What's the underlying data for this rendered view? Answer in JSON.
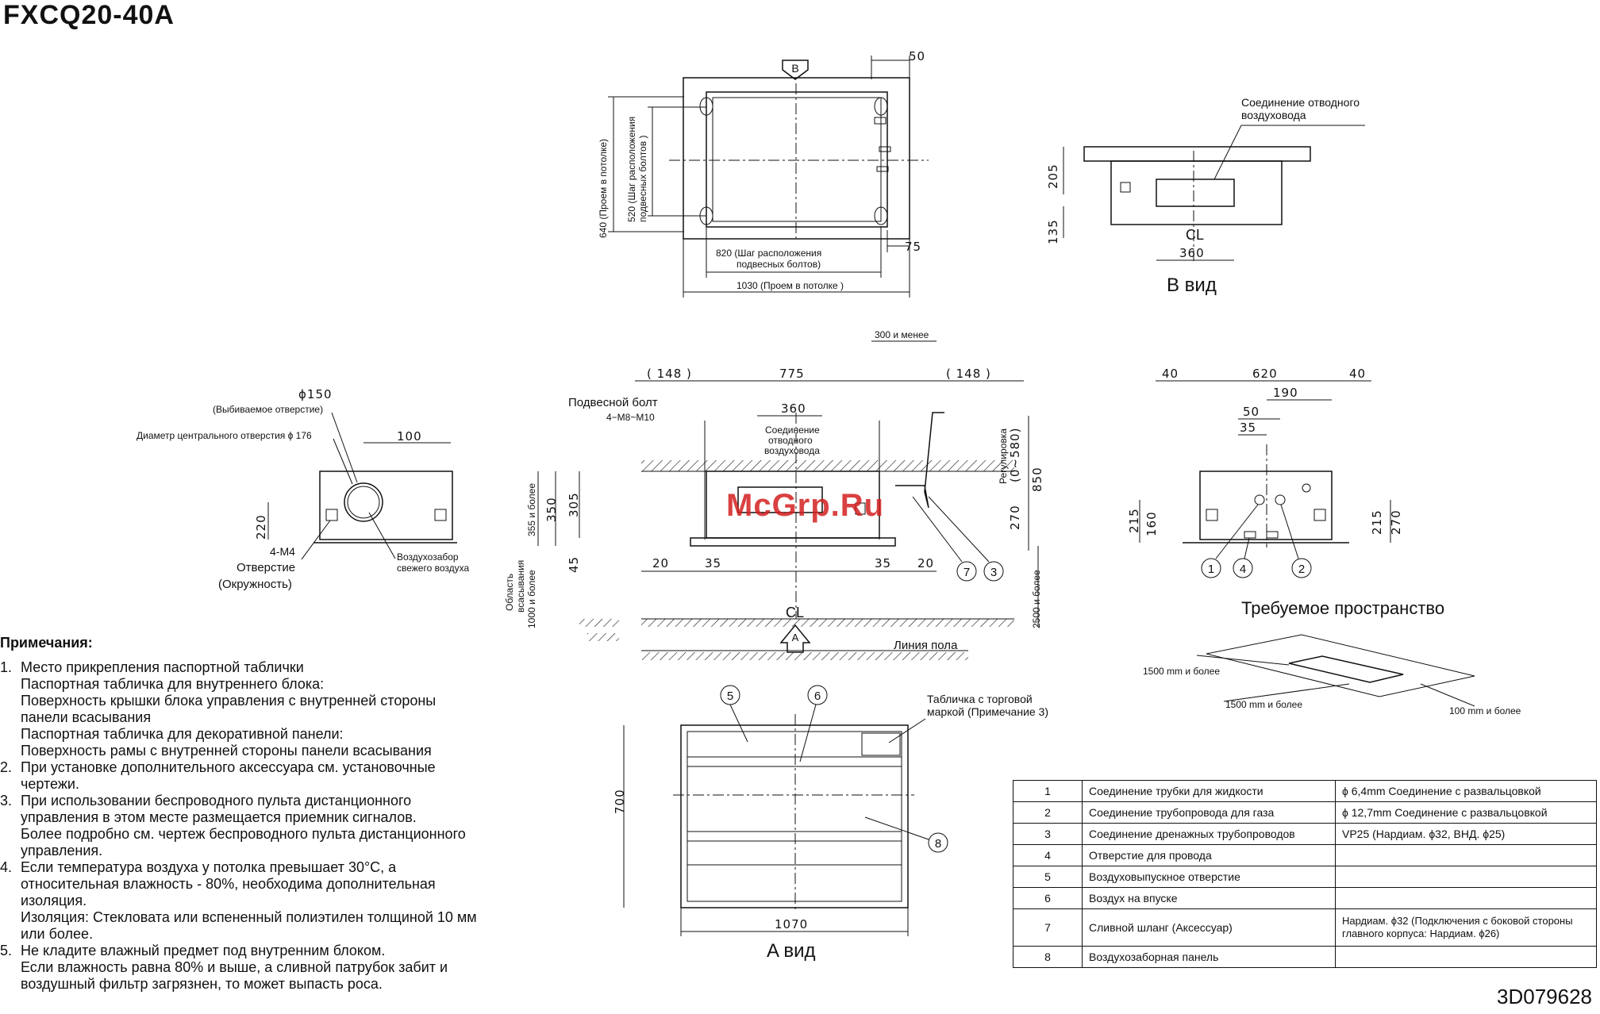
{
  "header": {
    "title": "FXCQ20-40A",
    "doc_code": "3D079628"
  },
  "watermark": "McGrp.Ru",
  "top_view": {
    "dim_50": "50",
    "marker_b": "B",
    "dim_640": "640 (Проем в потолке)",
    "dim_520_a": "520 (Шаг расположения",
    "dim_520_b": "подвесных болтов )",
    "dim_75": "75",
    "dim_820_a": "820 (Шаг расположения",
    "dim_820_b": "подвесных болтов)",
    "dim_1030": "1030 (Проем в потолке )"
  },
  "b_view": {
    "label_a": "Соединение отводного",
    "label_b": "воздуховода",
    "dim_205": "205",
    "dim_135": "135",
    "cl": "CL",
    "dim_360": "360",
    "caption": "B вид"
  },
  "side_small": {
    "phi150": "ϕ150",
    "knockout": "(Выбиваемое отверстие)",
    "center_dia": "Диаметр центрального отверстия ϕ 176",
    "dim_100": "100",
    "dim_220": "220",
    "m4": "4-M4",
    "hole": "Отверстие",
    "circle": "(Окружность)",
    "fresh_a": "Воздухозабор",
    "fresh_b": "свежего воздуха"
  },
  "front_view": {
    "max300": "300 и менее",
    "d148l": "( 148 )",
    "d775": "775",
    "d148r": "( 148 )",
    "bolt": "Подвесной болт",
    "bolt_spec": "4−M8~M10",
    "d360": "360",
    "duct_a": "Соединение",
    "duct_b": "отводного",
    "duct_c": "воздуховода",
    "reg_a": "Регулировка",
    "reg_b": "(0~580)",
    "d850": "850",
    "d270": "270",
    "d355": "355 и более",
    "d350": "350",
    "d305": "305",
    "d45": "45",
    "d20l": "20",
    "d35l": "35",
    "d35r": "35",
    "d20r": "20",
    "suction_a": "Область",
    "suction_b": "всасывания",
    "suction_c": "1000 и более",
    "d2500": "2500 и более",
    "cl": "CL",
    "marker_a": "A",
    "floor": "Линия пола",
    "c7": "7",
    "c3": "3"
  },
  "right_view": {
    "d40l": "40",
    "d620": "620",
    "d40r": "40",
    "d190": "190",
    "d50": "50",
    "d35": "35",
    "d215l": "215",
    "d160": "160",
    "d215r": "215",
    "d270": "270",
    "c1": "1",
    "c4": "4",
    "c2": "2"
  },
  "space": {
    "caption": "Требуемое пространство",
    "s1500a": "1500 mm и более",
    "s1500b": "1500 mm и более",
    "s100": "100 mm и более"
  },
  "a_view": {
    "c5": "5",
    "c6": "6",
    "c8": "8",
    "plate_a": "Табличка с торговой",
    "plate_b": "маркой (Примечание 3)",
    "d700": "700",
    "d1070": "1070",
    "caption": "A вид"
  },
  "notes": {
    "heading": "Примечания:",
    "items": [
      {
        "n": "1.",
        "lines": [
          "Место прикрепления паспортной таблички",
          "Паспортная табличка для внутреннего блока:",
          "Поверхность крышки блока управления с внутренней стороны",
          "панели всасывания",
          "Паспортная табличка для декоративной панели:",
          "Поверхность рамы с внутренней стороны панели всасывания"
        ]
      },
      {
        "n": "2.",
        "lines": [
          "При установке дополнительного аксессуара см. установочные",
          "чертежи."
        ]
      },
      {
        "n": "3.",
        "lines": [
          "При использовании беспроводного пульта дистанционного",
          "управления в этом месте размещается приемник сигналов.",
          "Более подробно см. чертеж беспроводного пульта дистанционного",
          "управления."
        ]
      },
      {
        "n": "4.",
        "lines": [
          "Если температура воздуха у потолка превышает 30°C, а",
          "относительная влажность - 80%, необходима дополнительная",
          "изоляция.",
          "Изоляция: Стекловата или вспененный полиэтилен толщиной 10 мм",
          "или более."
        ]
      },
      {
        "n": "5.",
        "lines": [
          "Не кладите влажный предмет под внутренним блоком.",
          "Если влажность равна 80% и выше, а сливной патрубок забит и",
          "воздушный фильтр загрязнен, то может выпасть роса."
        ]
      }
    ]
  },
  "legend": [
    {
      "n": "1",
      "desc": "Соединение трубки для жидкости",
      "spec": "ϕ 6,4mm Соединение с развальцовкой"
    },
    {
      "n": "2",
      "desc": "Соединение трубопровода для газа",
      "spec": "ϕ 12,7mm Соединение с развальцовкой"
    },
    {
      "n": "3",
      "desc": "Соединение дренажных трубопроводов",
      "spec": "VP25 (Нардиам. ϕ32, ВНД. ϕ25)"
    },
    {
      "n": "4",
      "desc": "Отверстие для провода",
      "spec": ""
    },
    {
      "n": "5",
      "desc": "Воздуховыпускное отверстие",
      "spec": ""
    },
    {
      "n": "6",
      "desc": "Воздух на впуске",
      "spec": ""
    },
    {
      "n": "7",
      "desc": "Сливной шланг (Аксессуар)",
      "spec": "Нардиам. ϕ32 (Подключения с боковой стороны главного корпуса: Нардиам. ϕ26)"
    },
    {
      "n": "8",
      "desc": "Воздухозаборная панель",
      "spec": ""
    }
  ]
}
